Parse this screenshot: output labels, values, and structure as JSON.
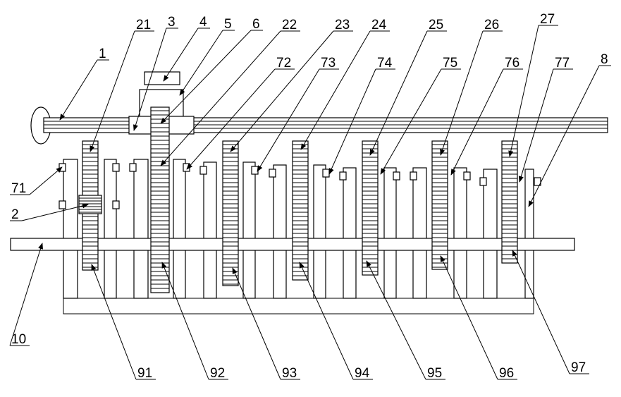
{
  "title": "Gear shaft mechanism patent drawing",
  "labels": [
    "1",
    "21",
    "3",
    "4",
    "5",
    "6",
    "22",
    "23",
    "24",
    "25",
    "26",
    "27",
    "72",
    "73",
    "74",
    "75",
    "76",
    "77",
    "8",
    "71",
    "2",
    "10",
    "91",
    "92",
    "93",
    "94",
    "95",
    "96",
    "97"
  ],
  "colors": {
    "line": "#000000",
    "background": "#ffffff"
  }
}
